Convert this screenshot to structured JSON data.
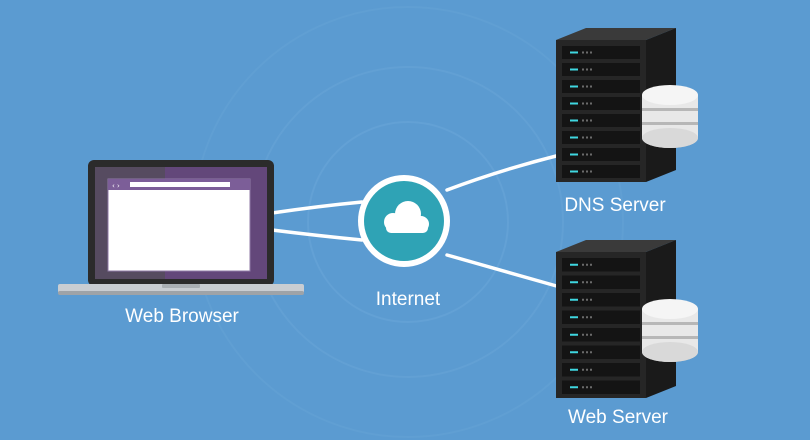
{
  "nodes": {
    "browser": {
      "label": "Web Browser"
    },
    "internet": {
      "label": "Internet"
    },
    "dns_server": {
      "label": "DNS Server"
    },
    "web_server": {
      "label": "Web Server"
    }
  },
  "colors": {
    "background": "#5b9bd1",
    "ring": "#6aa6d8",
    "connection": "#ffffff",
    "cloud_badge": "#2fa3b5",
    "laptop_frame": "#2b2b2b",
    "laptop_base": "#c9cdd2",
    "screen_purple": "#6b4a86",
    "server_body": "#262626",
    "server_side": "#1a1a1a",
    "server_led": "#3fd7e0",
    "database": "#e8e8e8"
  },
  "icons": {
    "browser": "laptop-icon",
    "internet": "cloud-icon",
    "dns_server": "server-rack-icon",
    "web_server": "server-rack-icon",
    "storage": "database-icon"
  }
}
